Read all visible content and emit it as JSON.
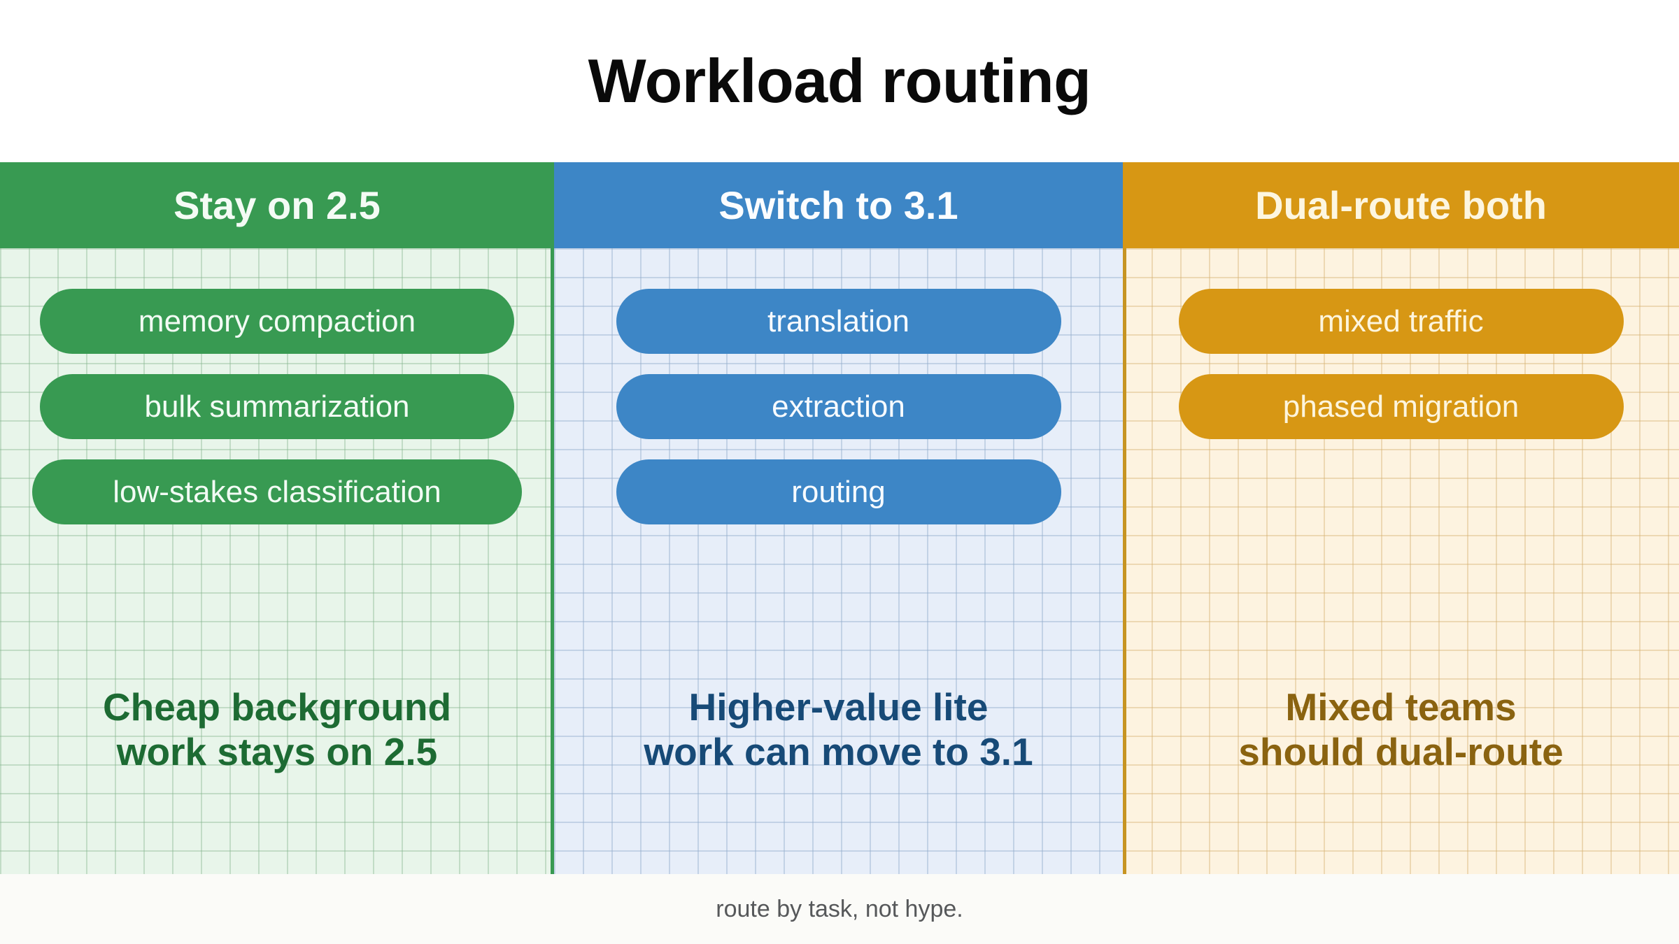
{
  "title": "Workload routing",
  "footer": {
    "text": "route by task, not hype."
  },
  "colors": {
    "green": "#389a52",
    "blue": "#3d86c6",
    "orange": "#d79714",
    "green_panel": "#e8f5ea",
    "blue_panel": "#e7eef9",
    "orange_panel": "#fdf3e0",
    "green_text": "#1d6b33",
    "blue_text": "#174a77",
    "orange_text": "#8a6310",
    "footer_text": "#56585a",
    "title_text": "#0a0a0a"
  },
  "columns": [
    {
      "header": "Stay on 2.5",
      "pills": [
        "memory compaction",
        "bulk summarization",
        "low-stakes classification"
      ],
      "takeaway": "Cheap background\nwork stays on 2.5"
    },
    {
      "header": "Switch to 3.1",
      "pills": [
        "translation",
        "extraction",
        "routing"
      ],
      "takeaway": "Higher-value lite\nwork can move to 3.1"
    },
    {
      "header": "Dual-route both",
      "pills": [
        "mixed traffic",
        "phased migration"
      ],
      "takeaway": "Mixed teams\nshould dual-route"
    }
  ]
}
